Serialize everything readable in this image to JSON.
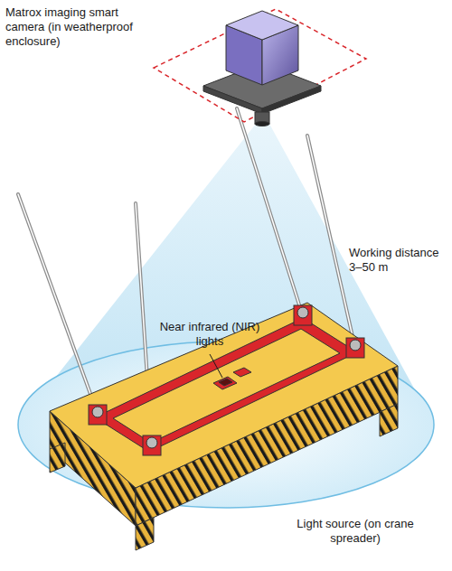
{
  "diagram": {
    "labels": [
      "Matrox imaging smart camera (in weatherproof enclosure)",
      "Near infrared (NIR) lights",
      "Working distance 3–50 m",
      "Light source (on crane spreader)"
    ]
  }
}
